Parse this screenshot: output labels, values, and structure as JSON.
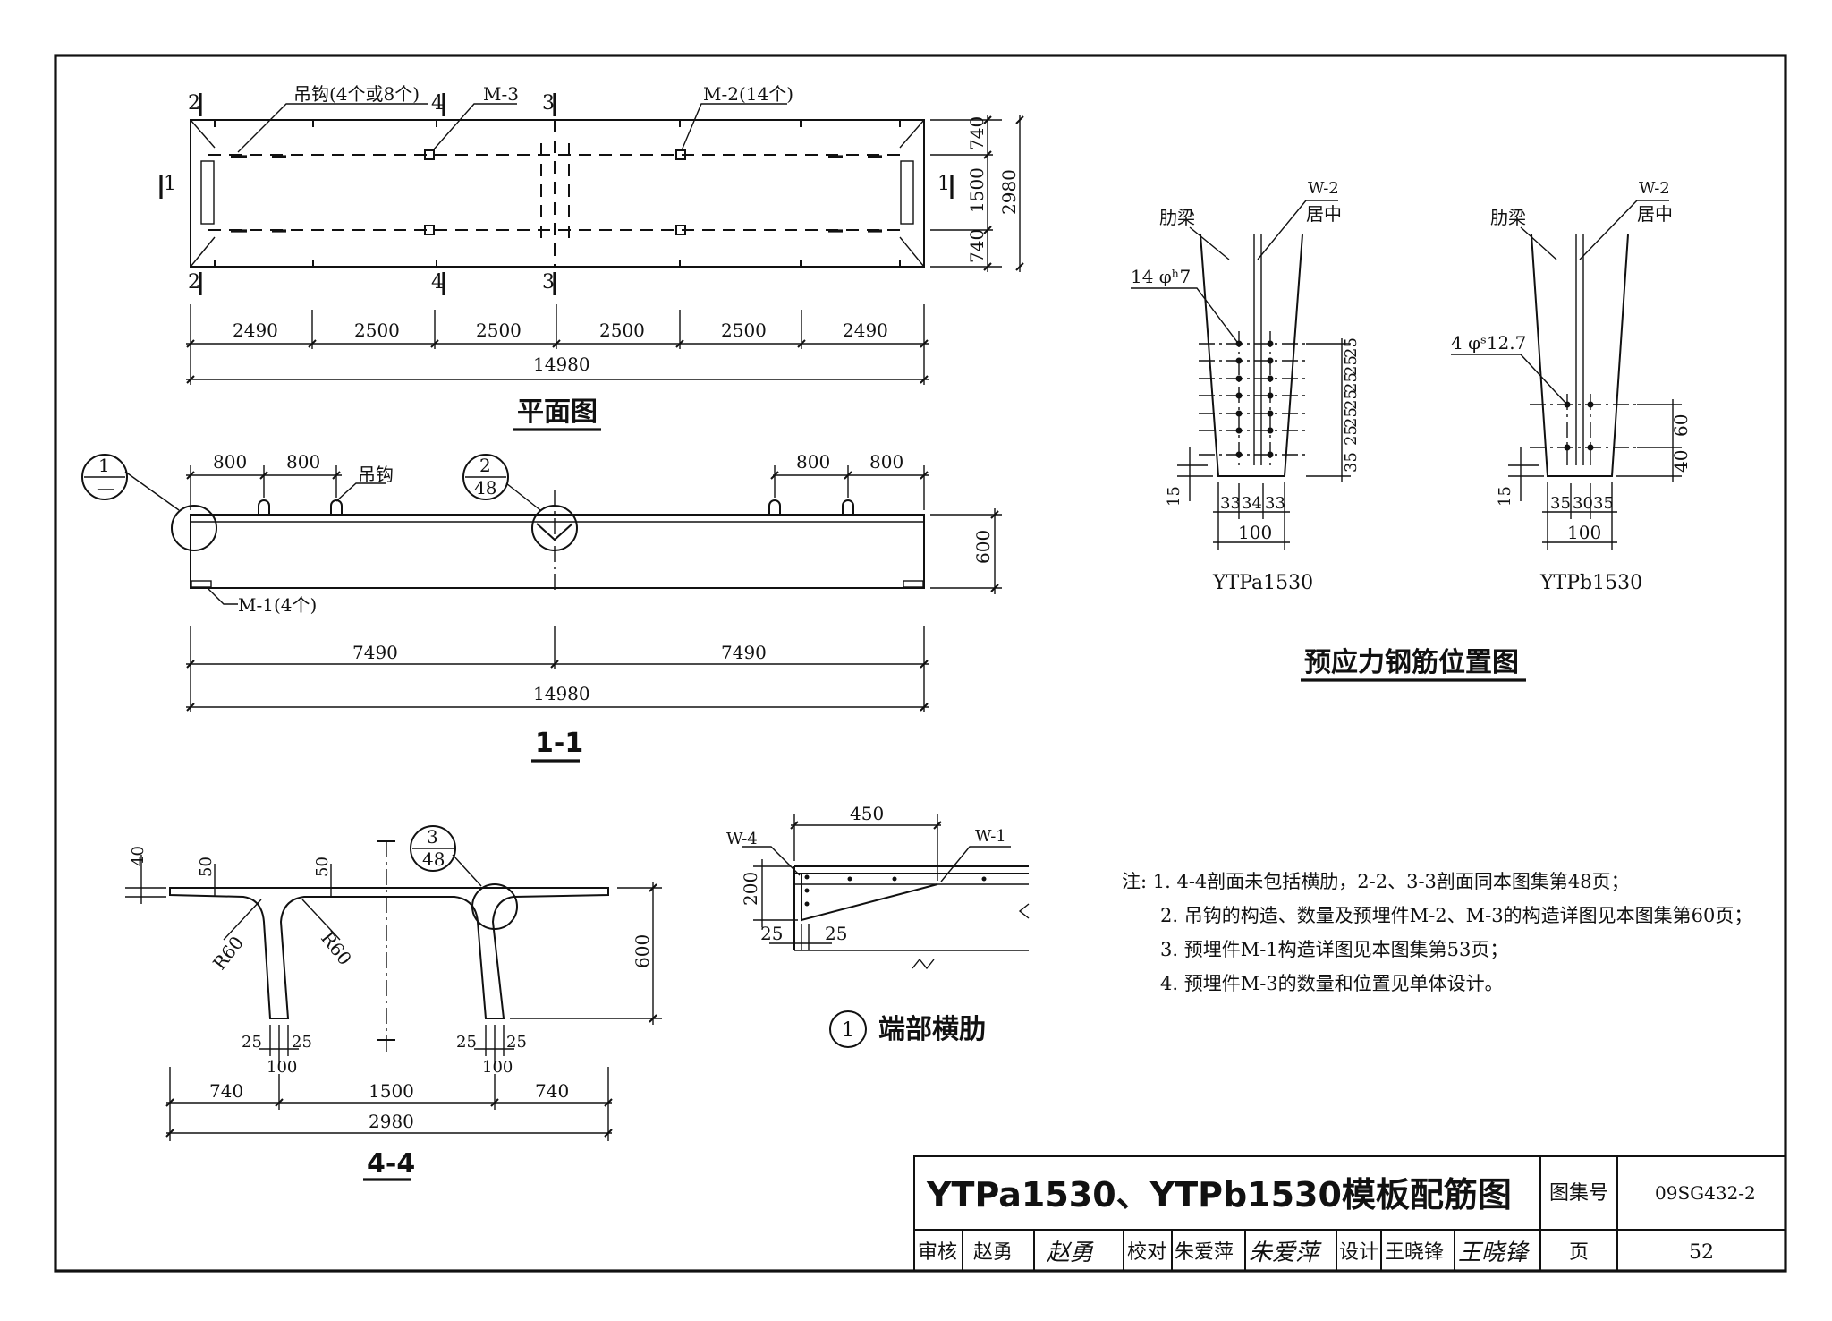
{
  "plan": {
    "title": "平面图",
    "labels": {
      "hook": "吊钩(4个或8个)",
      "m3": "M-3",
      "m2": "M-2(14个)"
    },
    "section_marks": {
      "s2": "2",
      "s4": "4",
      "s3": "3",
      "s1": "1"
    },
    "dims_vertical": {
      "top": "740",
      "mid": "1500",
      "bot": "740",
      "total": "2980"
    },
    "dims_horizontal": [
      "2490",
      "2500",
      "2500",
      "2500",
      "2500",
      "2490"
    ],
    "total_length": "14980"
  },
  "section11": {
    "title": "1-1",
    "hook_label": "吊钩",
    "m1_label": "M-1(4个)",
    "spacing": [
      "800",
      "800",
      "800",
      "800"
    ],
    "height": "600",
    "halves": [
      "7490",
      "7490"
    ],
    "total_length": "14980",
    "detail1": {
      "top": "1",
      "bottom": "—"
    },
    "detail2": {
      "top": "2",
      "bottom": "48"
    }
  },
  "section44": {
    "title": "4-4",
    "dims": {
      "t40": "40",
      "t50a": "50",
      "t50b": "50",
      "r60a": "R60",
      "r60b": "R60",
      "h600": "600"
    },
    "rib_dims": {
      "a": "25",
      "b": "25",
      "w": "100",
      "c": "25",
      "d": "25",
      "w2": "100"
    },
    "widths": [
      "740",
      "1500",
      "740"
    ],
    "total_width": "2980",
    "detail3": {
      "top": "3",
      "bottom": "48"
    }
  },
  "end_rib": {
    "title": "端部横肋",
    "number": "1",
    "labels": {
      "w4": "W-4",
      "w1": "W-1"
    },
    "dims": {
      "len": "450",
      "h": "200",
      "a": "25",
      "b": "25"
    }
  },
  "prestress": {
    "title": "预应力钢筋位置图",
    "a": {
      "name": "YTPa1530",
      "rib": "肋梁",
      "w2": "W-2",
      "center": "居中",
      "steel": "14 φʰ7",
      "dims_v": [
        "25",
        "25",
        "25",
        "25",
        "25",
        "25",
        "35"
      ],
      "d15": "15",
      "dims_h": [
        "33",
        "34",
        "33"
      ],
      "width": "100"
    },
    "b": {
      "name": "YTPb1530",
      "rib": "肋梁",
      "w2": "W-2",
      "center": "居中",
      "steel": "4 φˢ12.7",
      "dims_v": [
        "60",
        "40"
      ],
      "d15": "15",
      "dims_h": [
        "35",
        "30",
        "35"
      ],
      "width": "100"
    }
  },
  "notes": [
    "注: 1. 4-4剖面未包括横肋，2-2、3-3剖面同本图集第48页；",
    "2. 吊钩的构造、数量及预埋件M-2、M-3的构造详图见本图集第60页；",
    "3. 预埋件M-1构造详图见本图集第53页；",
    "4. 预埋件M-3的数量和位置见单体设计。"
  ],
  "title_block": {
    "drawing_title": "YTPa1530、YTPb1530模板配筋图",
    "atlas_label": "图集号",
    "atlas_no": "09SG432-2",
    "review_label": "审核",
    "reviewer": "赵勇",
    "reviewer_sig": "赵勇",
    "check_label": "校对",
    "checker": "朱爱萍",
    "checker_sig": "朱爱萍",
    "design_label": "设计",
    "designer": "王晓锋",
    "designer_sig": "王晓锋",
    "page_label": "页",
    "page_no": "52"
  }
}
